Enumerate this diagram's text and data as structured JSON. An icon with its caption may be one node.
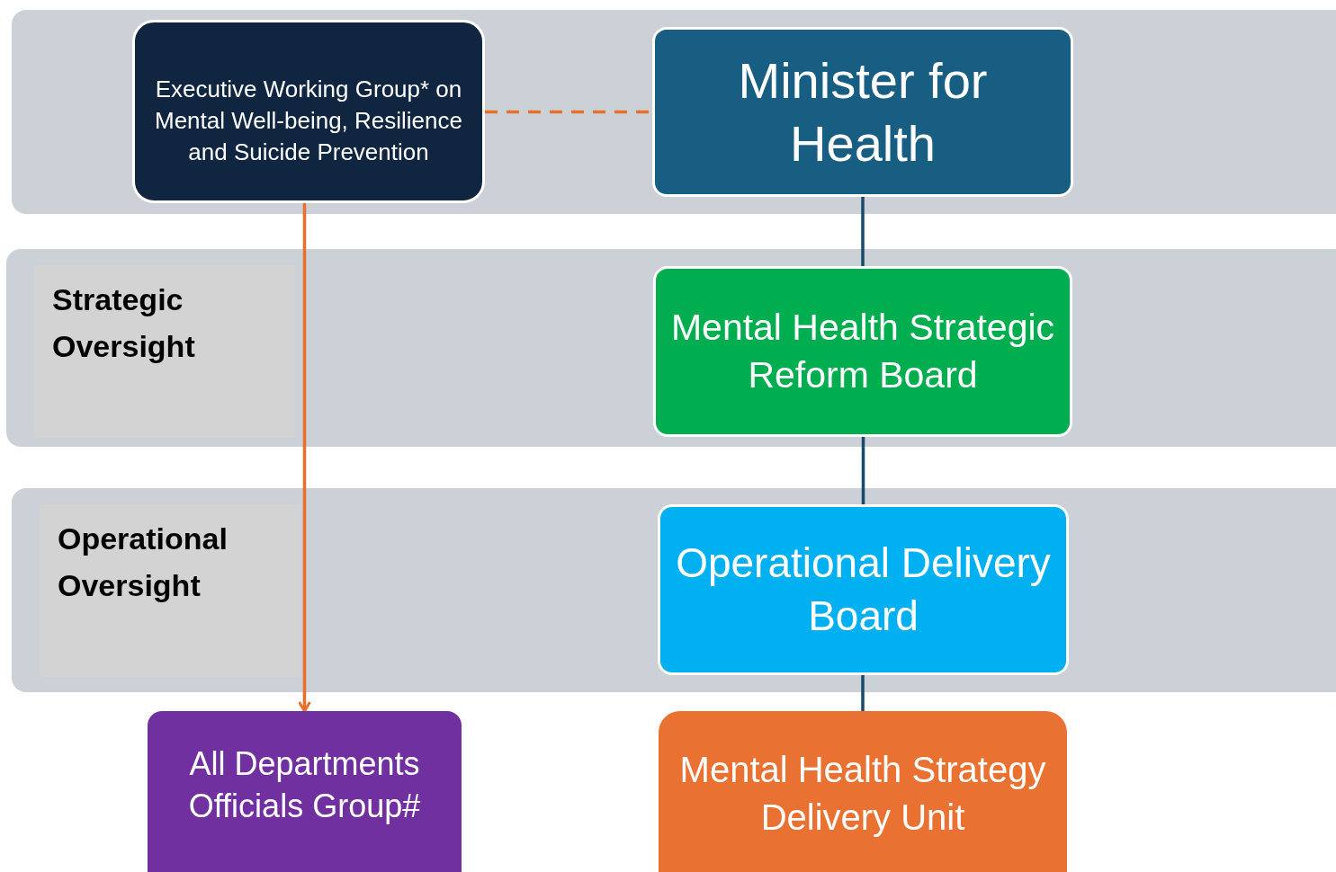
{
  "diagram": {
    "nodes": [
      {
        "text": [],
        "shape": "band"
      },
      {
        "text": [
          "Executive Working Group* on Mental Well-being, Resilience and Suicide Prevention"
        ],
        "in": 0
      },
      {
        "text": [
          "Minister for Health"
        ],
        "in": 0
      },
      {
        "text": [
          "Strategic Oversight"
        ]
      },
      {
        "text": [
          "Mental Health Strategic Reform Board"
        ],
        "in": 3
      },
      {
        "text": [
          "Operational Oversight"
        ]
      },
      {
        "text": [
          "Operational Delivery Board"
        ],
        "in": 5
      },
      {
        "text": [
          "All Departments Officials Group#"
        ]
      },
      {
        "text": [
          "Mental Health Strategy Delivery Unit"
        ]
      }
    ],
    "edges": [
      {
        "from": 1,
        "to": 2,
        "arrow": "none",
        "style": "dashed",
        "color": "#e8702a"
      },
      {
        "from": 2,
        "to": 4,
        "arrow": "none"
      },
      {
        "from": 4,
        "to": 6,
        "arrow": "none"
      },
      {
        "from": 6,
        "to": 8,
        "arrow": "none"
      },
      {
        "from": 1,
        "to": 7,
        "arrow": "to",
        "color": "#e8702a"
      }
    ]
  }
}
